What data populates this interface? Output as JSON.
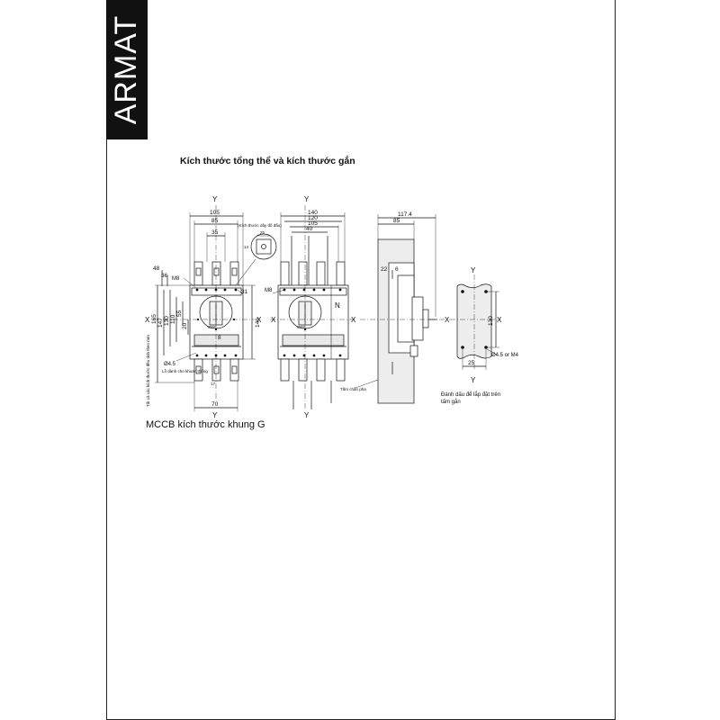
{
  "brand": {
    "name": "ARMAT",
    "band_color": "#111111"
  },
  "heading": "Kích thước tổng thể và kích thước gắn",
  "caption": "MCCB kích thước khung G",
  "axes": {
    "x": "X",
    "y": "Y"
  },
  "front_3p": {
    "dims_top": [
      "105",
      "85",
      "35"
    ],
    "dims_left": [
      "48",
      "36",
      "165",
      "147",
      "130",
      "110",
      "55",
      "20"
    ],
    "dim_right": "146",
    "dim_bottom": "70",
    "dim_31": "31",
    "dim_8": "8",
    "dim_17": "17",
    "dim_14": "14",
    "screw": "M8",
    "hole": "Ø4.5",
    "off_label": "OFF",
    "callout_note": "(Kích thước dây đồ đấu)",
    "callout_dim": "25",
    "side_note": "Tất cả các kích thước đều tính theo mm",
    "hole_note": "Lỗ dành cho khoan thông"
  },
  "front_4p": {
    "dims_top": [
      "140",
      "120",
      "105",
      "40"
    ],
    "screw": "M8",
    "off_label": "OFF",
    "neutral": "N"
  },
  "side": {
    "dims_top": [
      "117.4",
      "85"
    ],
    "dim_22": "22",
    "dim_6": "6",
    "label_center": "Tấm chắn pha"
  },
  "template": {
    "dim_130": "130",
    "dim_25": "25",
    "hole": "Ø4.5 or M4",
    "note_line1": "Đánh dấu để lắp đặt trên",
    "note_line2": "tấm gắn"
  }
}
